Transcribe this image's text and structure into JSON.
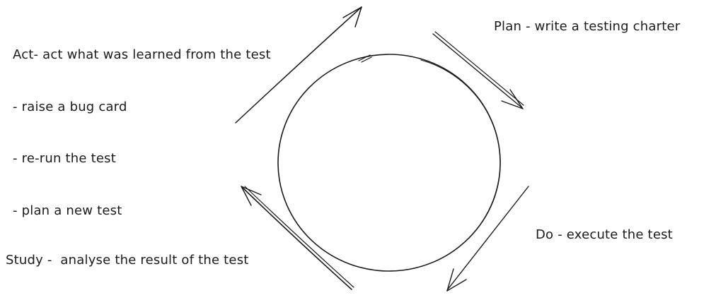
{
  "colors": {
    "background": "#ffffff",
    "ink": "#1b1b1b"
  },
  "diagram": {
    "kind": "hand-drawn cycle (PDSA testing loop)",
    "act": {
      "title": "Act- act what was learned from the test",
      "items": [
        "- raise a bug card",
        "- re-run the test",
        "- plan a new test"
      ]
    },
    "plan": {
      "label": "Plan - write a testing charter"
    },
    "do": {
      "label": "Do - execute the test"
    },
    "study": {
      "label": "Study -  analyse the result of the test"
    },
    "arrows": [
      {
        "id": "act-to-plan",
        "direction": "northeast"
      },
      {
        "id": "plan-to-do",
        "direction": "southeast"
      },
      {
        "id": "do-to-study",
        "direction": "southwest"
      },
      {
        "id": "study-to-act",
        "direction": "northwest"
      }
    ]
  }
}
